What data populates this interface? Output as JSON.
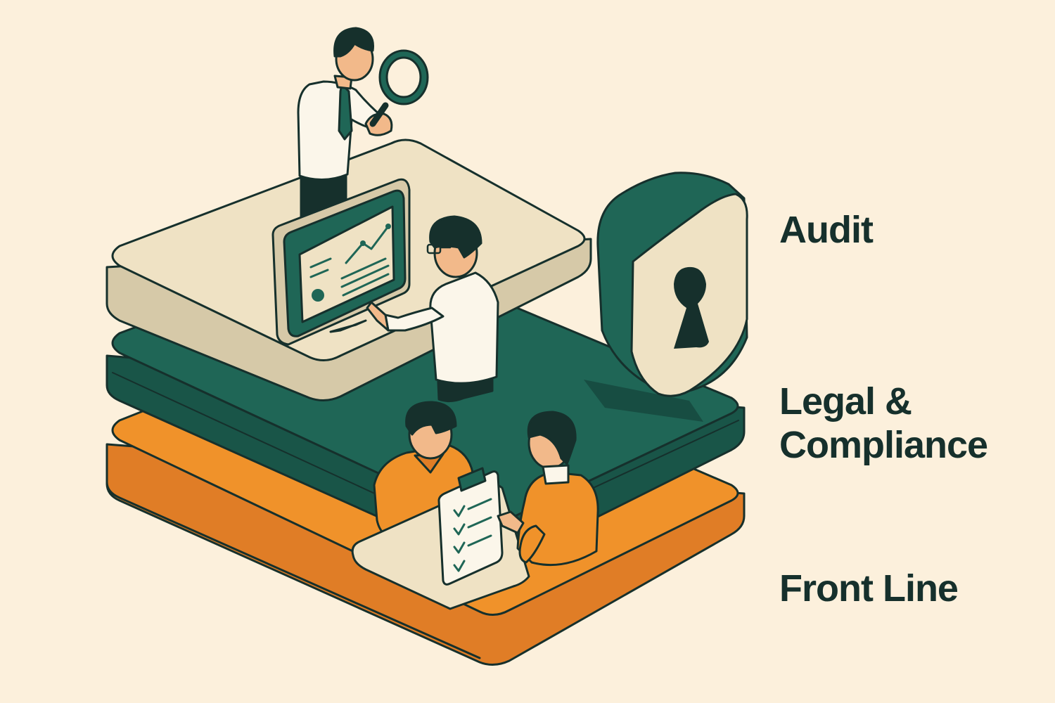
{
  "colors": {
    "background": "#fcf0dc",
    "outline": "#16302c",
    "audit_layer": "#efe2c4",
    "legal_layer": "#1f6656",
    "front_layer": "#f0922a",
    "text": "#16302c"
  },
  "icons": [
    "shield-lock-icon",
    "magnifying-glass-icon",
    "monitor-chart-icon",
    "clipboard-checklist-icon"
  ],
  "layers": [
    {
      "label": "Audit"
    },
    {
      "label_lines": [
        "Legal &",
        "Compliance"
      ]
    },
    {
      "label": "Front Line"
    }
  ]
}
